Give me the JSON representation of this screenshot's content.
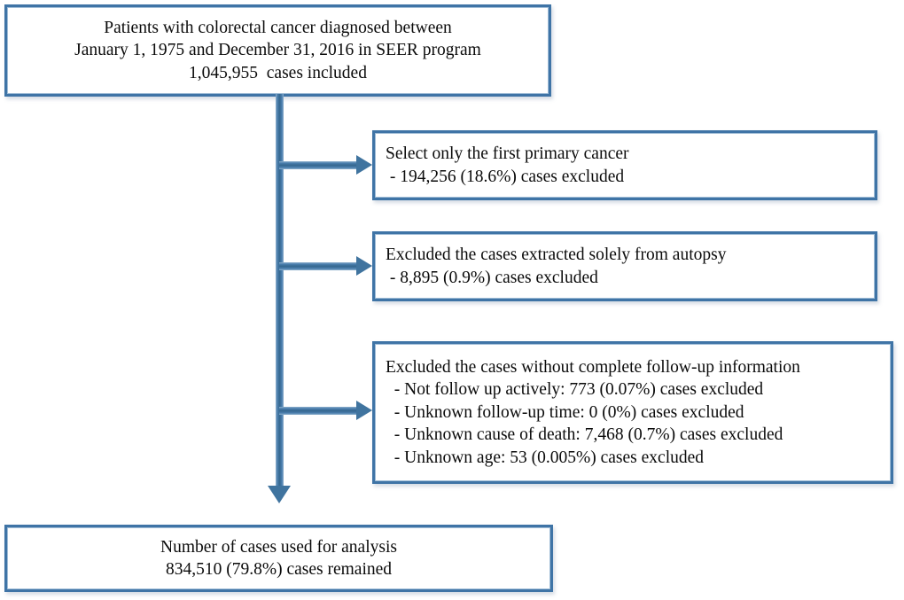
{
  "diagram": {
    "type": "flowchart",
    "title": "SEER colorectal cancer cohort selection flow diagram",
    "colors": {
      "border": "#3f74a6",
      "connector": "#40749f",
      "background": "#ffffff",
      "text": "#0b0b0b"
    }
  },
  "nodes": {
    "source_cohort": {
      "lines": [
        "Patients with colorectal cancer diagnosed between",
        "January 1, 1975 and December 31, 2016 in SEER program",
        "1,045,955  cases included"
      ],
      "total_cases": "1,045,955",
      "date_start": "January 1, 1975",
      "date_end": "December 31, 2016",
      "registry": "SEER program"
    },
    "exclusion_1": {
      "lines": [
        "Select only the first primary cancer",
        " - 194,256 (18.6%) cases excluded"
      ],
      "criterion": "Select only the first primary cancer",
      "excluded_count": "194,256",
      "excluded_percent": "18.6%"
    },
    "exclusion_2": {
      "lines": [
        "Excluded the cases extracted solely from autopsy",
        " - 8,895 (0.9%) cases excluded"
      ],
      "criterion": "Excluded the cases extracted solely from autopsy",
      "excluded_count": "8,895",
      "excluded_percent": "0.9%"
    },
    "exclusion_3": {
      "lines": [
        "Excluded the cases without complete follow-up information",
        "  - Not follow up actively: 773 (0.07%) cases excluded",
        "  - Unknown follow-up time: 0 (0%) cases excluded",
        "  - Unknown cause of death: 7,468 (0.7%) cases excluded",
        "  - Unknown age: 53 (0.005%) cases excluded"
      ],
      "criterion": "Excluded the cases without complete follow-up information",
      "sub_items": [
        {
          "label": "Not follow up actively",
          "count": "773",
          "percent": "0.07%"
        },
        {
          "label": "Unknown follow-up time",
          "count": "0",
          "percent": "0%"
        },
        {
          "label": "Unknown cause of death",
          "count": "7,468",
          "percent": "0.7%"
        },
        {
          "label": "Unknown age",
          "count": "53",
          "percent": "0.005%"
        }
      ]
    },
    "final_cohort": {
      "lines": [
        "Number of cases used for analysis",
        "834,510 (79.8%) cases remained"
      ],
      "remaining_count": "834,510",
      "remaining_percent": "79.8%"
    }
  }
}
